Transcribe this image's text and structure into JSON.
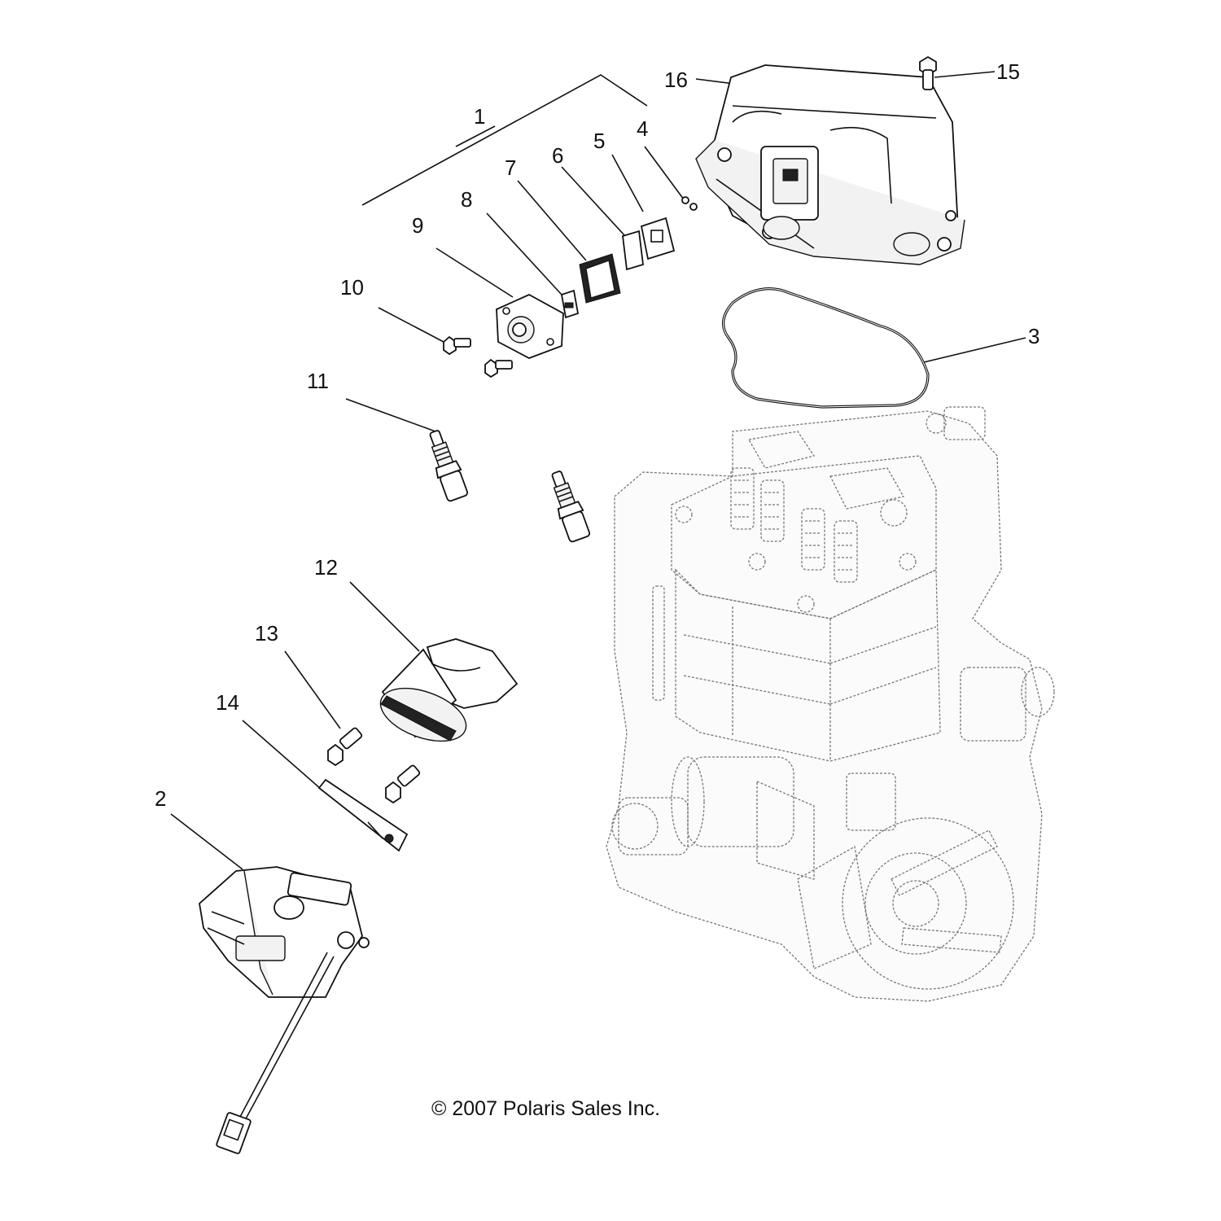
{
  "callouts": {
    "c1": "1",
    "c2": "2",
    "c3": "3",
    "c4": "4",
    "c5": "5",
    "c6": "6",
    "c7": "7",
    "c8": "8",
    "c9": "9",
    "c10": "10",
    "c11": "11",
    "c12": "12",
    "c13": "13",
    "c14": "14",
    "c15": "15",
    "c16": "16"
  },
  "copyright": "© 2007 Polaris Sales Inc."
}
